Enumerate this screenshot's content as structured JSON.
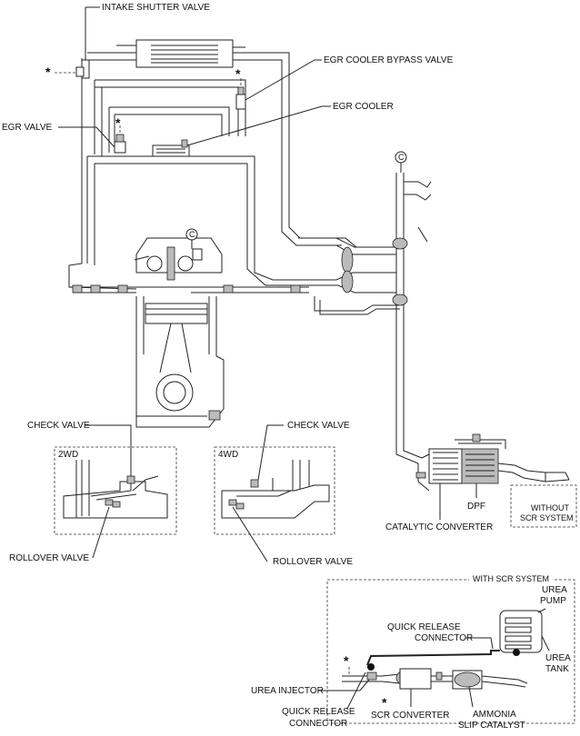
{
  "labels": {
    "intake_shutter_valve": "INTAKE SHUTTER VALVE",
    "egr_cooler_bypass_valve": "EGR COOLER BYPASS VALVE",
    "egr_cooler": "EGR COOLER",
    "egr_valve": "EGR VALVE",
    "check_valve_left": "CHECK VALVE",
    "check_valve_right": "CHECK VALVE",
    "box_2wd": "2WD",
    "box_4wd": "4WD",
    "rollover_valve_left": "ROLLOVER VALVE",
    "rollover_valve_right": "ROLLOVER VALVE",
    "dpf": "DPF",
    "catalytic_converter": "CATALYTIC CONVERTER",
    "without_scr_line1": "WITHOUT",
    "without_scr_line2": "SCR SYSTEM",
    "with_scr_system": "WITH SCR SYSTEM",
    "urea_pump_line1": "UREA",
    "urea_pump_line2": "PUMP",
    "urea_tank_line1": "UREA",
    "urea_tank_line2": "TANK",
    "quick_release_top_line1": "QUICK RELEASE",
    "quick_release_top_line2": "CONNECTOR",
    "urea_injector": "UREA INJECTOR",
    "quick_release_bottom_line1": "QUICK RELEASE",
    "quick_release_bottom_line2": "CONNECTOR",
    "scr_converter": "SCR CONVERTER",
    "ammonia_line1": "AMMONIA",
    "ammonia_line2": "SLIP CATALYST",
    "c_marker_top": "C",
    "c_marker_engine": "C",
    "asterisk": "*"
  }
}
